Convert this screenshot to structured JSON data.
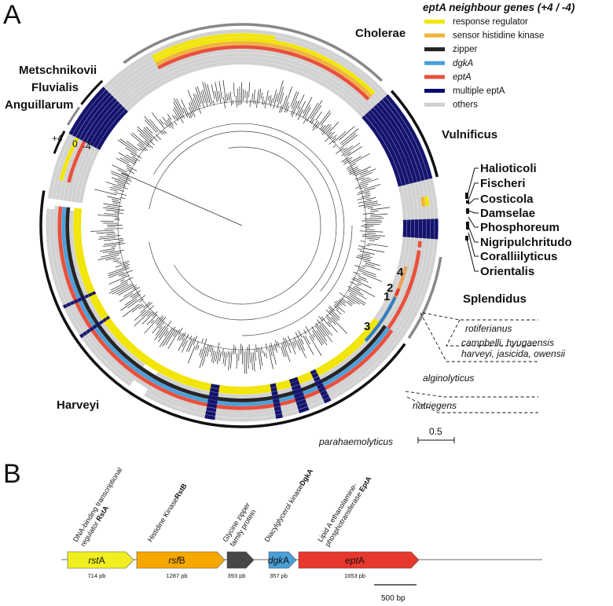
{
  "panel_a": {
    "letter": "A",
    "legend": {
      "title": "eptA neighbour genes (+4 / -4)",
      "items": [
        {
          "label": "response regulator",
          "color": "#f2e600"
        },
        {
          "label": "sensor histidine kinase",
          "color": "#f0b43c"
        },
        {
          "label": "zipper",
          "color": "#222222"
        },
        {
          "label": "dgkA",
          "color": "#4aa0dc",
          "italic": true
        },
        {
          "label": "eptA",
          "color": "#e8503c",
          "italic": true
        },
        {
          "label": "multiple eptA",
          "color": "#0a0a6e",
          "italic": false
        },
        {
          "label": "others",
          "color": "#cfcfcf"
        }
      ]
    },
    "ring_scale": {
      "plus": "+4",
      "zero": "0",
      "minus": "-4"
    },
    "clades": {
      "cholerae": "Cholerae",
      "metschnikovii": "Metschnikovii",
      "fluvialis": "Fluvialis",
      "anguillarum": "Anguillarum",
      "vulnificus": "Vulnificus",
      "halioticoli": "Halioticoli",
      "fischeri": "Fischeri",
      "costicola": "Costicola",
      "damselae": "Damselae",
      "phosphoreum": "Phosphoreum",
      "nigripulchritudo": "Nigripulchritudo",
      "coralliilyticus": "Coralliilyticus",
      "orientalis": "Orientalis",
      "splendidus": "Splendidus",
      "harveyi": "Harveyi"
    },
    "species": {
      "rotiferianus": "rotiferianus",
      "campbelli_line1": "campbelli, hyugaensis",
      "campbelli_line2": "harveyi, jasicida, owensii",
      "alginolyticus": "alginolyticus",
      "natriegens": "natriegens",
      "parahaemolyticus": "parahaemolyticus"
    },
    "arc_numbers": {
      "n1": "1",
      "n2": "2",
      "n3": "3",
      "n4": "4"
    },
    "tree_scale": "0.5"
  },
  "panel_b": {
    "letter": "B",
    "genes": [
      {
        "name": "rstA",
        "name_prefix": "rst",
        "name_suffix": "A",
        "desc1": "DNA-binding transcriptional",
        "desc2": "regulator ",
        "desc2_bold": "RstA",
        "length": "714 pb",
        "color": "#f0ee1e"
      },
      {
        "name": "rsfB",
        "name_prefix": "rsf",
        "name_suffix": "B",
        "desc1": "Histidine Kinase",
        "desc2": "",
        "desc2_bold": "RstB",
        "length": "1287 pb",
        "color": "#f6a800"
      },
      {
        "name": "zipper",
        "desc1": "Glycine zipper",
        "desc2": "family protein",
        "desc2_bold": "",
        "length": "393 pb",
        "color": "#474747"
      },
      {
        "name": "dgkA",
        "name_prefix": "dgk",
        "name_suffix": "A",
        "desc1": "Diacylglycerol kinase",
        "desc2": "",
        "desc2_bold": "DgkA",
        "length": "357 pb",
        "color": "#4a9fd8"
      },
      {
        "name": "eptA",
        "name_prefix": "ept",
        "name_suffix": "A",
        "desc1": "Lipid A ethanolamine-",
        "desc2": "phosphotransferase ",
        "desc2_bold": "EptA",
        "length": "1653 pb",
        "color": "#e8372d"
      }
    ],
    "scale_bar": "500 bp"
  }
}
